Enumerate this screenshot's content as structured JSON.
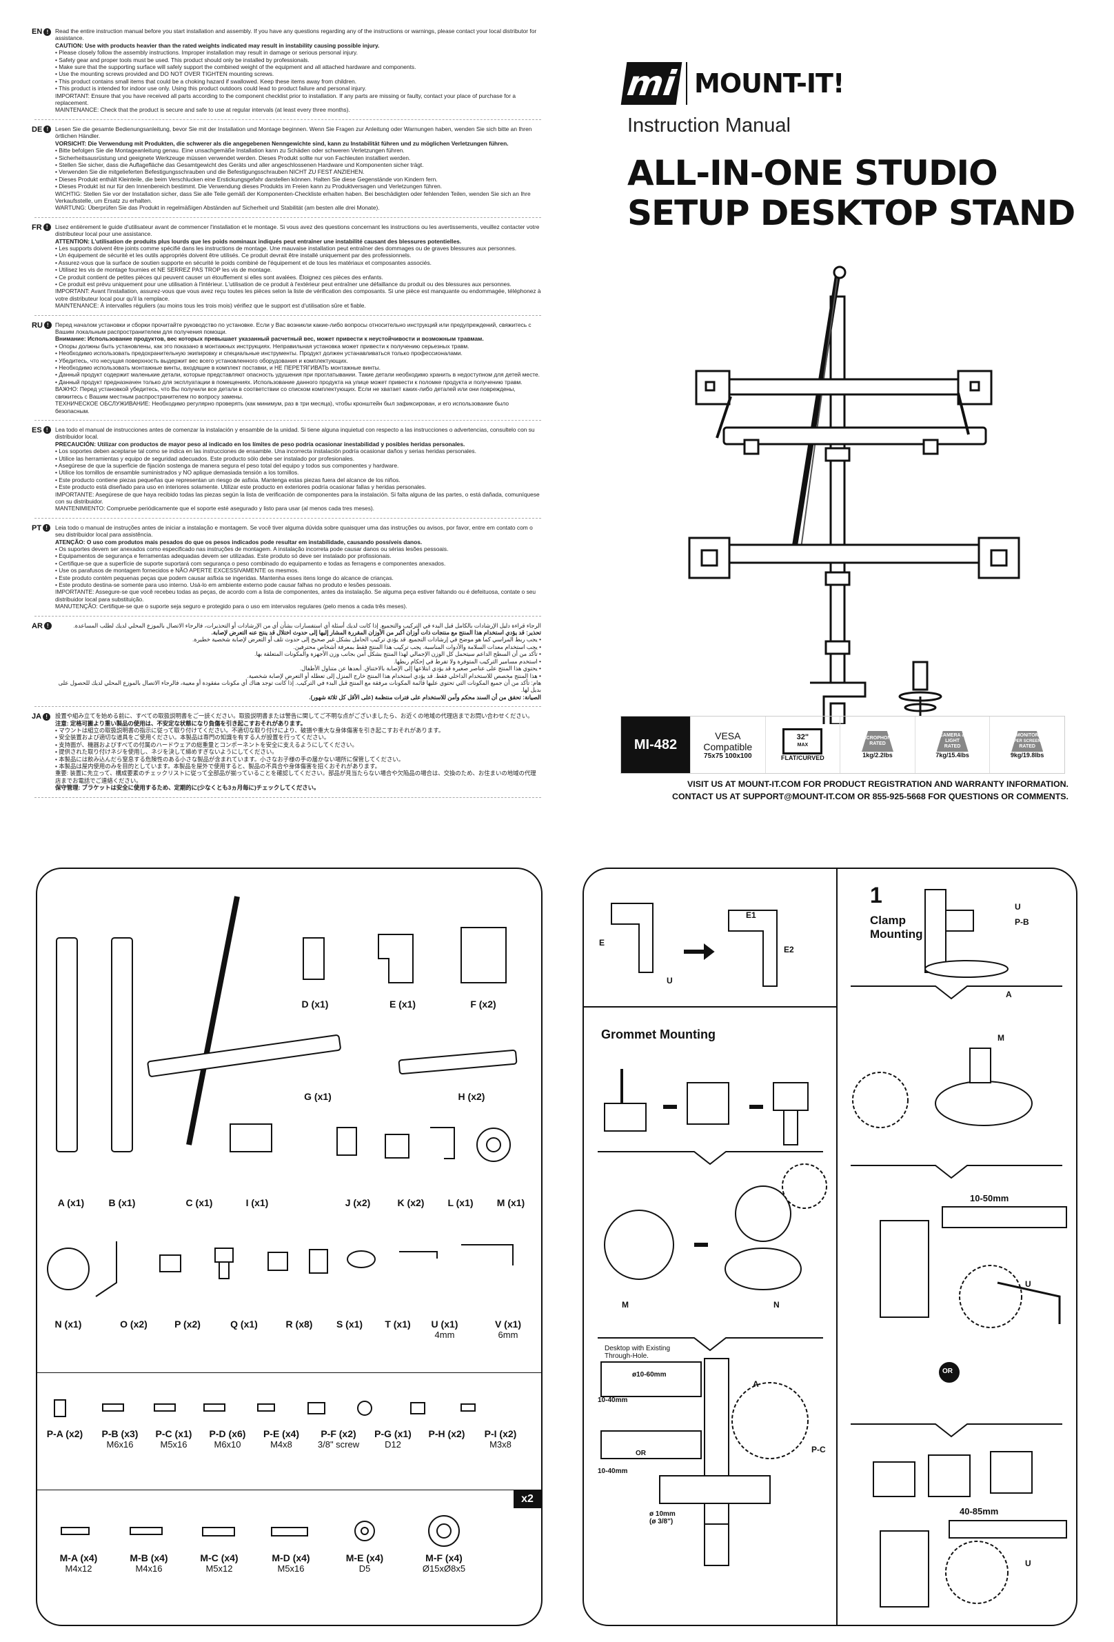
{
  "warnings": [
    {
      "code": "EN",
      "lines": [
        {
          "t": "Read the entire instruction manual before you start installation and assembly. If you have any questions regarding any of the instructions or warnings, please contact your local distributor for assistance."
        },
        {
          "t": "CAUTION: Use with products heavier than the rated weights indicated may result in instability causing possible injury.",
          "b": true
        },
        {
          "t": "• Please closely follow the assembly instructions. Improper installation may result in damage or serious personal injury."
        },
        {
          "t": "• Safety gear and proper tools must be used. This product should only be installed by professionals."
        },
        {
          "t": "• Make sure that the supporting surface will safely support the combined weight of the equipment and all attached hardware and components."
        },
        {
          "t": "• Use the mounting screws provided and DO NOT OVER TIGHTEN mounting screws."
        },
        {
          "t": "• This product contains small items that could be a choking hazard if swallowed. Keep these items away from children."
        },
        {
          "t": "• This product is intended for indoor use only. Using this product outdoors could lead to product failure and personal injury."
        },
        {
          "t": "IMPORTANT: Ensure that you have received all parts according to the component checklist prior to installation. If any parts are missing or faulty, contact your place of purchase for a replacement."
        },
        {
          "t": "MAINTENANCE: Check that the product is secure and safe to use at regular intervals (at least every three months)."
        }
      ]
    },
    {
      "code": "DE",
      "lines": [
        {
          "t": "Lesen Sie die gesamte Bedienungsanleitung, bevor Sie mit der Installation und Montage beginnen. Wenn Sie Fragen zur Anleitung oder Warnungen haben, wenden Sie sich bitte an Ihren örtlichen Händler."
        },
        {
          "t": "VORSICHT: Die Verwendung mit Produkten, die schwerer als die angegebenen Nenngewichte sind, kann zu Instabilität führen und zu möglichen Verletzungen führen.",
          "b": true
        },
        {
          "t": "• Bitte befolgen Sie die Montageanleitung genau. Eine unsachgemäße Installation kann zu Schäden oder schweren Verletzungen führen."
        },
        {
          "t": "• Sicherheitsausrüstung und geeignete Werkzeuge müssen verwendet werden. Dieses Produkt sollte nur von Fachleuten installiert werden."
        },
        {
          "t": "• Stellen Sie sicher, dass die Auflagefläche das Gesamtgewicht des Geräts und aller angeschlossenen Hardware und Komponenten sicher trägt."
        },
        {
          "t": "• Verwenden Sie die mitgelieferten Befestigungsschrauben und die Befestigungsschrauben NICHT ZU FEST ANZIEHEN."
        },
        {
          "t": "• Dieses Produkt enthält Kleinteile, die beim Verschlucken eine Erstickungsgefahr darstellen können. Halten Sie diese Gegenstände von Kindern fern."
        },
        {
          "t": "• Dieses Produkt ist nur für den Innenbereich bestimmt. Die Verwendung dieses Produkts im Freien kann zu Produktversagen und Verletzungen führen."
        },
        {
          "t": "WICHTIG: Stellen Sie vor der Installation sicher, dass Sie alle Teile gemäß der Komponenten-Checkliste erhalten haben. Bei beschädigten oder fehlenden Teilen, wenden Sie sich an Ihre Verkaufsstelle, um Ersatz zu erhalten."
        },
        {
          "t": "WARTUNG: Überprüfen Sie das Produkt in regelmäßigen Abständen auf Sicherheit und Stabilität (am besten alle drei Monate)."
        }
      ]
    },
    {
      "code": "FR",
      "lines": [
        {
          "t": "Lisez entièrement le guide d'utilisateur avant de commencer l'installation et le montage. Si vous avez des questions concernant les instructions ou les avertissements, veuillez contacter votre distributeur local pour une assistance."
        },
        {
          "t": "ATTENTION: L'utilisation de produits plus lourds que les poids nominaux indiqués peut entraîner une instabilité causant des blessures potentielles.",
          "b": true
        },
        {
          "t": "• Les supports doivent être joints comme spécifié dans les instructions de montage. Une mauvaise installation peut entraîner des dommages ou de graves blessures aux personnes."
        },
        {
          "t": "• Un équipement de sécurité et les outils appropriés doivent être utilisés. Ce produit devrait être installé uniquement par des professionnels."
        },
        {
          "t": "• Assurez-vous que la surface de soutien supporte en sécurité le poids combiné de l'équipement et de tous les matériaux et composantes associés."
        },
        {
          "t": "• Utilisez les vis de montage fournies et NE SERREZ PAS TROP les vis de montage."
        },
        {
          "t": "• Ce produit contient de petites pièces qui peuvent causer un étouffement si elles sont avalées. Éloignez ces pièces des enfants."
        },
        {
          "t": "• Ce produit est prévu uniquement pour une utilisation à l'intérieur. L'utilisation de ce produit à l'extérieur peut entraîner une défaillance du produit ou des blessures aux personnes."
        },
        {
          "t": "IMPORTANT: Avant l'installation, assurez-vous que vous avez reçu toutes les pièces selon la liste de vérification des composants. Si une pièce est manquante ou endommagée, téléphonez à votre distributeur local pour qu'il la remplace."
        },
        {
          "t": "MAINTENANCE: À intervalles réguliers (au moins tous les trois mois) vérifiez que le support est d'utilisation sûre et fiable."
        }
      ]
    },
    {
      "code": "RU",
      "lines": [
        {
          "t": "Перед началом установки и сборки прочитайте руководство по установке. Если у Вас возникли какие-либо вопросы относительно инструкций или предупреждений, свяжитесь с Вашим локальным распространителем для получения помощи."
        },
        {
          "t": "Внимание: Использование продуктов, вес которых превышает указанный расчетный вес, может привести к неустойчивости и возможным травмам.",
          "b": true
        },
        {
          "t": "• Опоры должны быть установлены, как это показано в монтажных инструкциях. Неправильная установка может привести к получению серьезных травм."
        },
        {
          "t": "• Необходимо использовать предохранительную экипировку и специальные инструменты. Продукт должен устанавливаться только профессионалами."
        },
        {
          "t": "• Убедитесь, что несущая поверхность выдержит вес всего установленного оборудования и комплектующих."
        },
        {
          "t": "• Необходимо использовать монтажные винты, входящие в комплект поставки, и НЕ ПЕРЕТЯГИВАТЬ монтажные винты."
        },
        {
          "t": "• Данный продукт содержит маленькие детали, которые представляют опасность удушения при проглатывании. Такие детали необходимо хранить в недоступном для детей месте."
        },
        {
          "t": "• Данный продукт предназначен только для эксплуатации в помещениях. Использование данного продукта на улице может привести к поломке продукта и получению травм."
        },
        {
          "t": "ВАЖНО: Перед установкой убедитесь, что Вы получили все детали в соответствии со списком комплектующих. Если не хватает каких-либо деталей или они повреждены, свяжитесь с Вашим местным распространителем по вопросу замены."
        },
        {
          "t": "ТЕХНИЧЕСКОЕ ОБСЛУЖИВАНИЕ: Необходимо регулярно проверять (как минимум, раз в три месяца), чтобы кронштейн был зафиксирован, и его использование было безопасным."
        }
      ]
    },
    {
      "code": "ES",
      "lines": [
        {
          "t": "Lea todo el manual de instrucciones antes de comenzar la instalación y ensamble de la unidad. Si tiene alguna inquietud con respecto a las instrucciones o advertencias, consultelo con su distribuidor local."
        },
        {
          "t": "PRECAUCIÓN: Utilizar con productos de mayor peso al indicado en los límites de peso podría ocasionar inestabilidad y posibles heridas personales.",
          "b": true
        },
        {
          "t": "• Los soportes deben aceptarse tal como se indica en las instrucciones de ensamble. Una incorrecta instalación podría ocasionar daños y serias heridas personales."
        },
        {
          "t": "• Utilice las herramientas y equipo de seguridad adecuados. Este producto sólo debe ser instalado por profesionales."
        },
        {
          "t": "• Asegúrese de que la superficie de fijación sostenga de manera segura el peso total del equipo y todos sus componentes y hardware."
        },
        {
          "t": "• Utilice los tornillos de ensamble suministrados y NO aplique demasiada tensión a los tornillos."
        },
        {
          "t": "• Este producto contiene piezas pequeñas que representan un riesgo de asfixia. Mantenga estas piezas fuera del alcance de los niños."
        },
        {
          "t": "• Este producto está diseñado para uso en interiores solamente. Utilizar este producto en exteriores podría ocasionar fallas y heridas personales."
        },
        {
          "t": "IMPORTANTE: Asegúrese de que haya recibido todas las piezas según la lista de verificación de componentes para la instalación. Si falta alguna de las partes, o está dañada, comuníquese con su distribuidor."
        },
        {
          "t": "MANTENIMIENTO: Compruebe periódicamente que el soporte esté asegurado y listo para usar (al menos cada tres meses)."
        }
      ]
    },
    {
      "code": "PT",
      "lines": [
        {
          "t": "Leia todo o manual de instruções antes de iniciar a instalação e montagem. Se você tiver alguma dúvida sobre quaisquer uma das instruções ou avisos, por favor, entre em contato com o seu distribuidor local para assistência."
        },
        {
          "t": "ATENÇÃO: O uso com produtos mais pesados do que os pesos indicados pode resultar em instabilidade, causando possíveis danos.",
          "b": true
        },
        {
          "t": "• Os suportes devem ser anexados como especificado nas instruções de montagem. A instalação incorreta pode causar danos ou sérias lesões pessoais."
        },
        {
          "t": "• Equipamentos de segurança e ferramentas adequadas devem ser utilizadas. Este produto só deve ser instalado por profissionais."
        },
        {
          "t": "• Certifique-se que a superfície de suporte suportará com segurança o peso combinado do equipamento e todas as ferragens e componentes anexados."
        },
        {
          "t": "• Use os parafusos de montagem fornecidos e NÃO APERTE EXCESSIVAMENTE os mesmos."
        },
        {
          "t": "• Este produto contém pequenas peças que podem causar asfixia se ingeridas. Mantenha esses itens longe do alcance de crianças."
        },
        {
          "t": "• Este produto destina-se somente para uso interno. Usá-lo em ambiente externo pode causar falhas no produto e lesões pessoais."
        },
        {
          "t": "IMPORTANTE: Assegure-se que você recebeu todas as peças, de acordo com a lista de componentes, antes da instalação. Se alguma peça estiver faltando ou é defeituosa, contate o seu distribuidor local para substituição."
        },
        {
          "t": "MANUTENÇÃO: Certifique-se que o suporte seja seguro e protegido para o uso em intervalos regulares (pelo menos a cada três meses)."
        }
      ]
    },
    {
      "code": "AR",
      "rtl": true,
      "lines": [
        {
          "t": "الرجاء قراءة دليل الإرشادات بالكامل قبل البدء في التركيب والتجميع. إذا كانت لديك أسئلة أي استفسارات بشأن أي من الإرشادات أو التحذيرات، فالرجاء الاتصال بالموزع المحلي لديك لطلب المساعدة."
        },
        {
          "t": "تحذير: قد يؤدي استخدام هذا المنتج مع منتجات ذات أوزان أكبر من الأوزان المقررة المشار إليها إلى حدوث اختلال قد ينتج عنه التعرض لإصابة.",
          "b": true
        },
        {
          "t": "• يجب ربط المراسي كما هو موضح في إرشادات التجميع. قد يؤدي تركيب الحامل بشكل غير صحيح إلى حدوث تلف أو التعرض لإصابة شخصية خطيرة."
        },
        {
          "t": "• يجب استخدام معدات السلامة والأدوات المناسبة. يجب تركيب هذا المنتج فقط بمعرفة أشخاص محترفين."
        },
        {
          "t": "• تأكد من أن السطح الداعم سيتحمل كل الوزن الإجمالي لهذا المنتج بشكل آمن بجانب وزن الأجهزة والمكونات المتعلقة بها."
        },
        {
          "t": "• استخدم مسامير التركيب المتوفرة ولا تفرط في إحكام ربطها."
        },
        {
          "t": "• يحتوي هذا المنتج على عناصر صغيرة قد يؤدي ابتلاعها إلى الإصابة بالاختناق. أبعدها عن متناول الأطفال."
        },
        {
          "t": "• هذا المنتج مخصص للاستخدام الداخلي فقط. قد يؤدي استخدام هذا المنتج خارج المنزل إلى تعطله أو التعرض لإصابة شخصية."
        },
        {
          "t": "هام: تأكد من أن جميع المكونات التي تحتوي عليها قائمة المكونات مرفقة مع المنتج قبل البدء في التركيب. إذا كانت توجد هناك أي مكونات مفقودة أو معيبة، فالرجاء الاتصال بالموزع المحلي لديك للحصول على بديل لها."
        },
        {
          "t": "الصيانة: تحقق من أن السند محكم وآمن للاستخدام على فترات منتظمة (على الأقل كل ثلاثة شهور).",
          "b": true
        }
      ]
    },
    {
      "code": "JA",
      "lines": [
        {
          "t": "設置や組み立てを始める前に、すべての取扱説明書をご一読ください。取扱説明書または警告に関してご不明な点がございましたら、お近くの地域の代理店までお問い合わせください。"
        },
        {
          "t": "注意: 定格可搬より重い製品の使用は、不安定な状態になり負傷を引き起こすおそれがあります。",
          "b": true
        },
        {
          "t": "• マウントは組立の取扱説明書の指示に従って取り付けてください。不適切な取り付けにより、破損や重大な身体傷害を引き起こすおそれがあります。"
        },
        {
          "t": "• 安全装置および適切な道具をご使用ください。本製品は専門の知識を有する人が設置を行ってください。"
        },
        {
          "t": "• 支持面が、機器およびすべての付属のハードウェアの総重量とコンポーネントを安全に支えるようにしてください。"
        },
        {
          "t": "• 提供された取り付けネジを使用し、ネジを決して締めすぎないようにしてください。"
        },
        {
          "t": "• 本製品には飲み込んだら窒息する危険性のある小さな製品が含まれています。小さなお子様の手の届かない場所に保管してください。"
        },
        {
          "t": "• 本製品は屋内使用のみを目的としています。本製品を屋外で使用すると、製品の不具合や身体傷害を招くおそれがあります。"
        },
        {
          "t": "重要: 装置に先立って、構成要素のチェックリストに従って全部品が揃っていることを確認してください。部品が見当たらない場合や欠陥品の場合は、交換のため、お住まいの地域の代理店までお電話でご連絡ください。"
        },
        {
          "t": "保守管理: ブラケットは安全に使用するため、定期的に(少なくとも3ヵ月毎に)チェックしてください。",
          "b": true
        }
      ]
    }
  ],
  "brand": {
    "mark": "mi",
    "name": "MOUNT-IT!"
  },
  "subtitle": "Instruction Manual",
  "title_line1": "ALL-IN-ONE STUDIO",
  "title_line2": "SETUP DESKTOP STAND",
  "spec": {
    "model": "MI-482",
    "vesa_title": "VESA Compatible",
    "vesa_sizes": "75x75 100x100",
    "screen_size": "32\"",
    "screen_max": "MAX",
    "screen_type": "FLAT/CURVED",
    "mic_label": "MICROPHONE",
    "mic_rated": "RATED",
    "mic_weight": "1kg/2.2lbs",
    "cam_label": "CAMERA & LIGHT",
    "cam_rated": "RATED",
    "cam_weight": "7kg/15.4lbs",
    "mon_label": "MONITOR",
    "mon_sub": "(PER SCREEN)",
    "mon_rated": "RATED",
    "mon_weight": "9kg/19.8lbs"
  },
  "visit_text": "VISIT US AT MOUNT-IT.COM FOR PRODUCT REGISTRATION AND WARRANTY INFORMATION.",
  "contact_text": "CONTACT US AT SUPPORT@MOUNT-IT.COM OR 855-925-5668 FOR QUESTIONS OR COMMENTS.",
  "parts": [
    {
      "id": "A",
      "label": "A (x1)"
    },
    {
      "id": "B",
      "label": "B (x1)"
    },
    {
      "id": "C",
      "label": "C (x1)"
    },
    {
      "id": "D",
      "label": "D (x1)"
    },
    {
      "id": "E",
      "label": "E (x1)"
    },
    {
      "id": "F",
      "label": "F (x2)"
    },
    {
      "id": "G",
      "label": "G (x1)"
    },
    {
      "id": "H",
      "label": "H (x2)"
    },
    {
      "id": "I",
      "label": "I (x1)"
    },
    {
      "id": "J",
      "label": "J (x2)"
    },
    {
      "id": "K",
      "label": "K (x2)"
    },
    {
      "id": "L",
      "label": "L (x1)"
    },
    {
      "id": "M",
      "label": "M (x1)"
    },
    {
      "id": "N",
      "label": "N (x1)"
    },
    {
      "id": "O",
      "label": "O (x2)"
    },
    {
      "id": "P",
      "label": "P (x2)"
    },
    {
      "id": "Q",
      "label": "Q (x1)"
    },
    {
      "id": "R",
      "label": "R (x8)"
    },
    {
      "id": "S",
      "label": "S (x1)"
    },
    {
      "id": "T",
      "label": "T (x1)"
    },
    {
      "id": "U",
      "label": "U (x1)",
      "sub": "4mm"
    },
    {
      "id": "V",
      "label": "V (x1)",
      "sub": "6mm"
    }
  ],
  "hardware_p": [
    {
      "label": "P-A (x2)",
      "sub": ""
    },
    {
      "label": "P-B (x3)",
      "sub": "M6x16"
    },
    {
      "label": "P-C (x1)",
      "sub": "M5x16"
    },
    {
      "label": "P-D (x6)",
      "sub": "M6x10"
    },
    {
      "label": "P-E (x4)",
      "sub": "M4x8"
    },
    {
      "label": "P-F (x2)",
      "sub": "3/8\" screw"
    },
    {
      "label": "P-G (x1)",
      "sub": "D12"
    },
    {
      "label": "P-H (x2)",
      "sub": ""
    },
    {
      "label": "P-I (x2)",
      "sub": "M3x8"
    }
  ],
  "hardware_m_tag": "x2",
  "hardware_m": [
    {
      "label": "M-A (x4)",
      "sub": "M4x12"
    },
    {
      "label": "M-B (x4)",
      "sub": "M4x16"
    },
    {
      "label": "M-C (x4)",
      "sub": "M5x12"
    },
    {
      "label": "M-D (x4)",
      "sub": "M5x16"
    },
    {
      "label": "M-E (x4)",
      "sub": "D5"
    },
    {
      "label": "M-F (x4)",
      "sub": "Ø15xØ8x5"
    }
  ],
  "steps": {
    "step1_num": "1",
    "step1_title_l1": "Clamp",
    "step1_title_l2": "Mounting",
    "grommet_title": "Grommet Mounting",
    "or_label": "OR",
    "range1": "10-50mm",
    "range2": "40-85mm",
    "desk_hole_l1": "Desktop with Existing",
    "desk_hole_l2": "Through-Hole.",
    "dia_label": "ø10-60mm",
    "thick1": "10-40mm",
    "thick2": "10-40mm",
    "hole_size_l1": "ø 10mm",
    "hole_size_l2": "(ø 3/8\")",
    "callouts": {
      "E": "E",
      "U": "U",
      "PB": "P-B",
      "A": "A",
      "M": "M",
      "N": "N",
      "PC": "P-C",
      "E1": "E1",
      "E2": "E2"
    }
  }
}
